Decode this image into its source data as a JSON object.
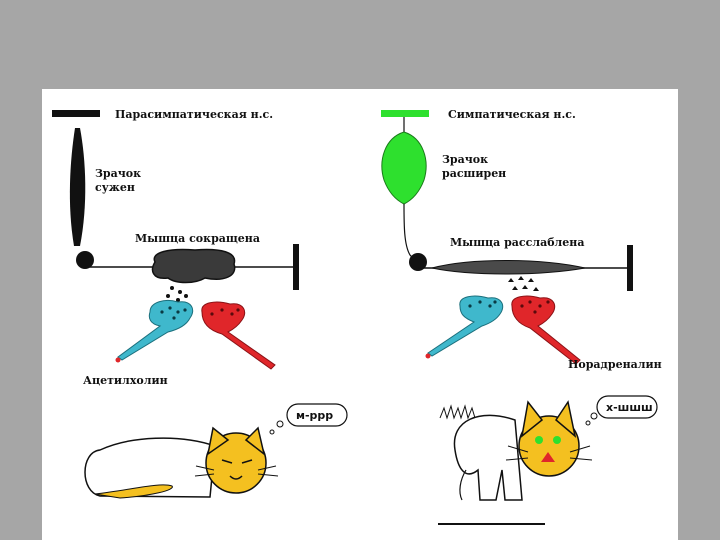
{
  "left": {
    "system_label": "Парасимпатическая н.с.",
    "pupil_label_line1": "Зрачок",
    "pupil_label_line2": "сужен",
    "muscle_label": "Мышца сокращена",
    "neuro_label": "Ацетилхолин",
    "cat_sound": "м-ррр"
  },
  "right": {
    "system_label": "Симпатическая н.с.",
    "pupil_label_line1": "Зрачок",
    "pupil_label_line2": "расширен",
    "muscle_label": "Мышца расслаблена",
    "neuro_label": "Норадреналин",
    "cat_sound": "х-шшш"
  },
  "colors": {
    "background": "#a6a6a6",
    "slide": "#ffffff",
    "sympathetic": "#2ee02e",
    "acetylcholine_neuron": "#3fb8cc",
    "noradrenaline_neuron": "#e0262a",
    "cat": "#f4c020",
    "cat_nose": "#e0262a",
    "cat_eyes": "#2ee02e"
  }
}
